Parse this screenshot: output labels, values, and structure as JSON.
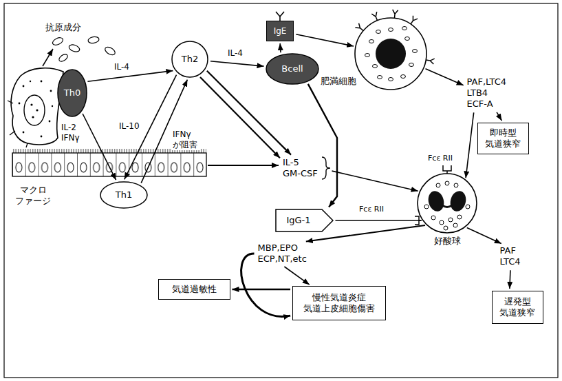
{
  "diagram": {
    "nodes": [
      {
        "text": [
          "マクロ ファージ"
        ]
      },
      {
        "text": [
          "Th0"
        ]
      },
      {
        "text": [
          "Th2"
        ]
      },
      {
        "text": [
          "Th1"
        ]
      },
      {
        "text": [
          "IgE"
        ]
      },
      {
        "text": [
          "Bcell"
        ]
      },
      {
        "text": [
          "肥満細胞"
        ]
      },
      {
        "text": [
          "IgG-1"
        ]
      },
      {
        "text": [
          "好酸球"
        ]
      },
      {
        "text": [
          "IL-5 GM-CSF"
        ]
      },
      {
        "text": [
          "PAF,LTC4 LTB4 ECF-A"
        ]
      },
      {
        "text": [
          "即時型 気道狭窄"
        ]
      },
      {
        "text": [
          "MBP,EPO ECP,NT,etc"
        ]
      },
      {
        "text": [
          "PAF LTC4"
        ]
      },
      {
        "text": [
          "慢性気道炎症 気道上皮細胞傷害"
        ]
      },
      {
        "text": [
          "遅発型 気道狭窄"
        ]
      },
      {
        "text": [
          "気道過敏性"
        ]
      }
    ],
    "edges": [
      {
        "from": 1,
        "to": 2,
        "arrow": "to",
        "label": "IL-4"
      },
      {
        "from": 1,
        "to": 3,
        "arrow": "to",
        "label": "IL-2 IFNγ"
      },
      {
        "from": 2,
        "to": 3,
        "arrow": "to",
        "label": "IL-10"
      },
      {
        "from": 3,
        "to": 2,
        "arrow": "to",
        "label": "IFNγ が阻害"
      },
      {
        "from": 2,
        "to": 5,
        "arrow": "to",
        "label": "IL-4"
      },
      {
        "from": 2,
        "to": 9,
        "arrow": "to"
      },
      {
        "from": 2,
        "to": 9,
        "arrow": "to"
      },
      {
        "from": 5,
        "to": 4,
        "arrow": "to"
      },
      {
        "from": 4,
        "to": 6,
        "arrow": "to"
      },
      {
        "from": 5,
        "to": 7,
        "arrow": "to"
      },
      {
        "from": 7,
        "to": 8,
        "arrow": "none"
      },
      {
        "from": 6,
        "to": 10,
        "arrow": "to"
      },
      {
        "from": 10,
        "to": 8,
        "arrow": "to"
      },
      {
        "from": 10,
        "to": 11,
        "arrow": "to"
      },
      {
        "from": 9,
        "to": 8,
        "arrow": "to"
      },
      {
        "from": 8,
        "to": 12,
        "arrow": "to"
      },
      {
        "from": 8,
        "to": 13,
        "arrow": "to"
      },
      {
        "from": 13,
        "to": 15,
        "arrow": "to"
      },
      {
        "from": 12,
        "to": 14,
        "arrow": "to"
      },
      {
        "from": 12,
        "to": 14,
        "arrow": "to"
      },
      {
        "from": 14,
        "to": 16,
        "arrow": "to"
      }
    ],
    "labels": [
      "抗原成分",
      "Fcε RII",
      "Fcε RII"
    ]
  }
}
